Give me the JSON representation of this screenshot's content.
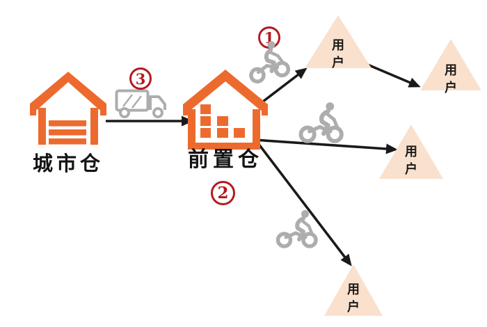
{
  "page": {
    "background": "#FFFFFF"
  },
  "colors": {
    "warehouse_orange": "#ED6A2E",
    "user_triangle_peach": "#FAE1CD",
    "step_badge_red": "#B5191E",
    "vehicle_gray": "#ADADAD",
    "arrow_black": "#1A1A1A"
  },
  "diagram": {
    "city_warehouse": {
      "label": "城市仓",
      "icon": "warehouse-house-icon"
    },
    "front_warehouse": {
      "label": "前置仓",
      "icon": "front-warehouse-house-icon"
    },
    "users": [
      {
        "label": "用户"
      },
      {
        "label": "用户"
      },
      {
        "label": "用户"
      },
      {
        "label": "用户"
      }
    ],
    "steps": {
      "step1": "1",
      "step2": "2",
      "step3": "3"
    },
    "icons": {
      "truck": "delivery-truck-icon",
      "scooter": "delivery-scooter-icon"
    }
  }
}
